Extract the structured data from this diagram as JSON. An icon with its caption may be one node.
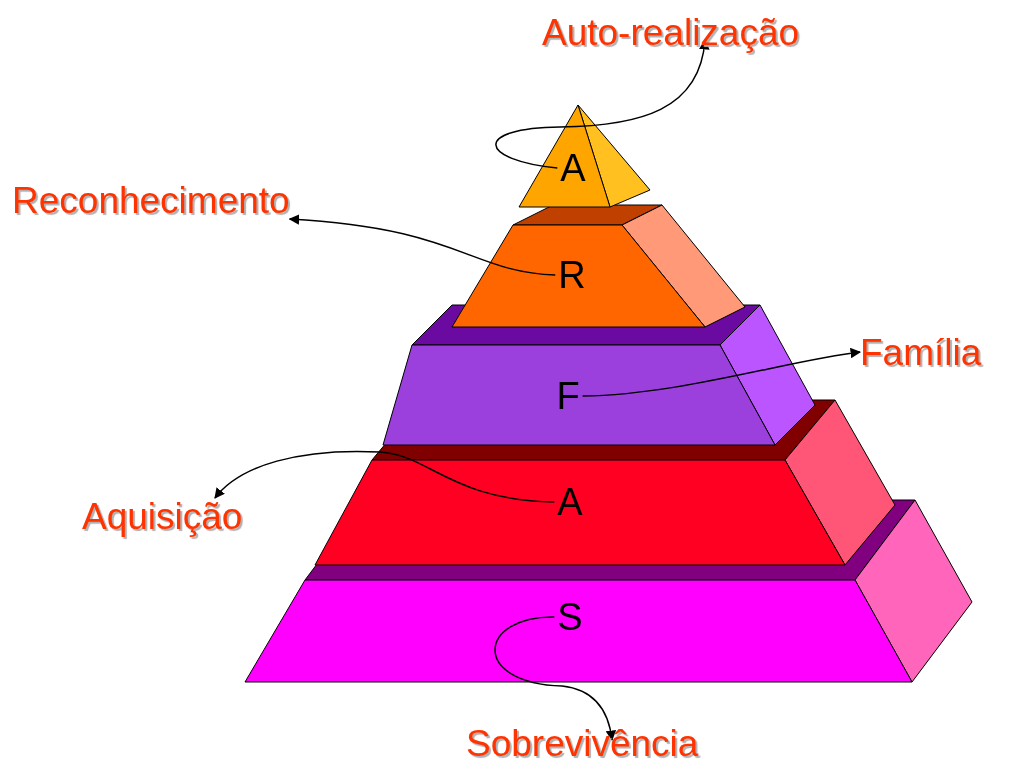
{
  "diagram": {
    "nodes": [
      {
        "text": [
          "Auto-realização"
        ]
      },
      {
        "text": [
          "A"
        ]
      },
      {
        "text": [
          "Reconhecimento"
        ]
      },
      {
        "text": [
          "R"
        ]
      },
      {
        "text": [
          "Família"
        ]
      },
      {
        "text": [
          "F"
        ]
      },
      {
        "text": [
          "A"
        ]
      },
      {
        "text": [
          "Aquisição"
        ]
      },
      {
        "text": [
          "S"
        ]
      },
      {
        "text": [
          "Sobrevivência"
        ]
      }
    ],
    "edges": [
      {
        "from": 1,
        "to": 0,
        "arrow": "to"
      },
      {
        "from": 3,
        "to": 2,
        "arrow": "to"
      },
      {
        "from": 5,
        "to": 4,
        "arrow": "to"
      },
      {
        "from": 6,
        "to": 7,
        "arrow": "to"
      },
      {
        "from": 8,
        "to": 9,
        "arrow": "to"
      }
    ]
  }
}
